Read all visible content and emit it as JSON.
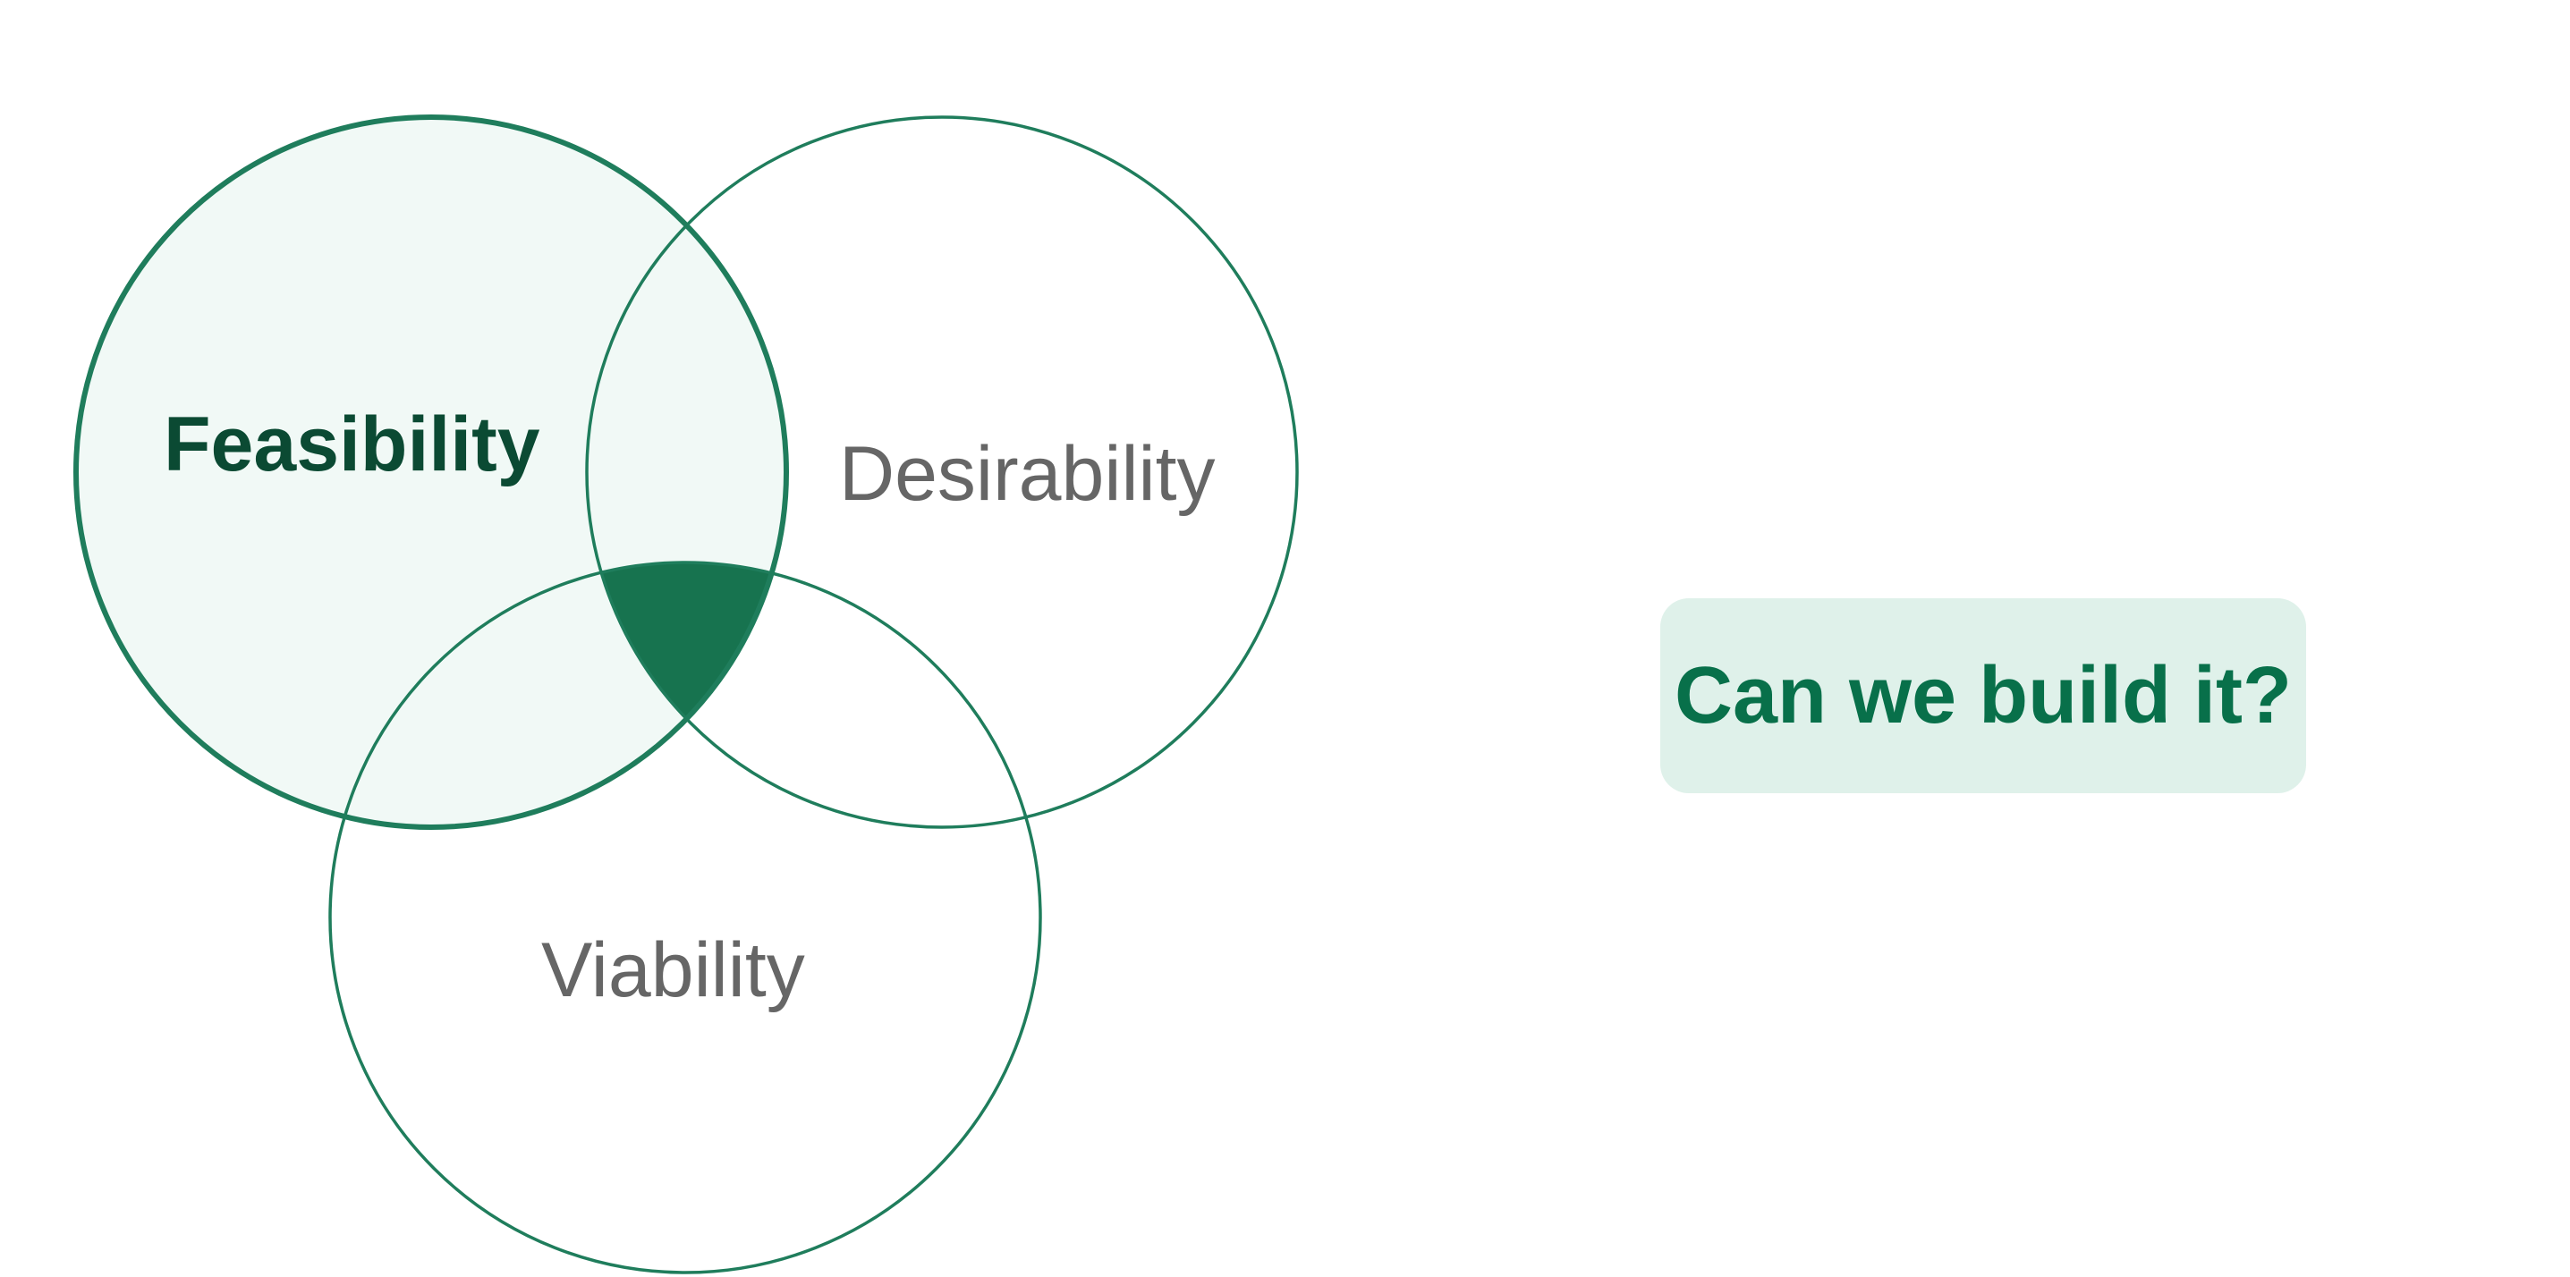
{
  "diagram": {
    "title": "Venn diagram",
    "circles": [
      {
        "label": "Feasibility",
        "highlighted": true
      },
      {
        "label": "Desirability",
        "highlighted": false
      },
      {
        "label": "Viability",
        "highlighted": false
      }
    ],
    "callout": "Can we build it?"
  },
  "colors": {
    "stroke": "#1f7d5c",
    "highlight_fill": "#f1f9f6",
    "intersection_fill": "#17734f",
    "highlight_text": "#0b4a33",
    "muted_text": "#666666",
    "callout_bg": "#dff1ea",
    "callout_text": "#08704a"
  }
}
